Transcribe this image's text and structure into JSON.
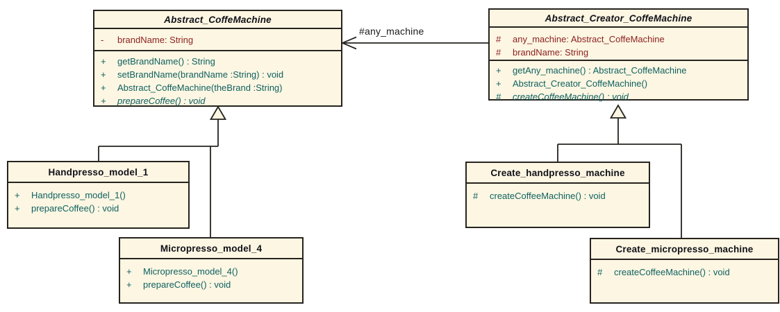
{
  "association": {
    "label": "#any_machine"
  },
  "colors": {
    "box_fill": "#FCF6E2",
    "line": "#26231E",
    "title_text": "#101018",
    "attribute_text": "#8C2222",
    "method_text": "#0F6161"
  },
  "classes": [
    {
      "name": "Abstract_CoffeMachine",
      "stereotype": "abstract",
      "attributes": [
        {
          "vis": "-",
          "text": "brandName: String"
        }
      ],
      "methods": [
        {
          "vis": "+",
          "text": "getBrandName() : String"
        },
        {
          "vis": "+",
          "text": "setBrandName(brandName :String) : void"
        },
        {
          "vis": "+",
          "text": "Abstract_CoffeMachine(theBrand :String)"
        },
        {
          "vis": "+",
          "text": "prepareCoffee() : void"
        }
      ]
    },
    {
      "name": "Abstract_Creator_CoffeMachine",
      "stereotype": "abstract",
      "attributes": [
        {
          "vis": "#",
          "text": "any_machine: Abstract_CoffeMachine"
        },
        {
          "vis": "#",
          "text": "brandName: String"
        }
      ],
      "methods": [
        {
          "vis": "+",
          "text": "getAny_machine() : Abstract_CoffeMachine"
        },
        {
          "vis": "+",
          "text": "Abstract_Creator_CoffeMachine()"
        },
        {
          "vis": "#",
          "text": "createCoffeeMachine() : void"
        }
      ]
    },
    {
      "name": "Handpresso_model_1",
      "stereotype": "concrete",
      "attributes": [],
      "methods": [
        {
          "vis": "+",
          "text": "Handpresso_model_1()"
        },
        {
          "vis": "+",
          "text": "prepareCoffee() : void"
        }
      ]
    },
    {
      "name": "Micropresso_model_4",
      "stereotype": "concrete",
      "attributes": [],
      "methods": [
        {
          "vis": "+",
          "text": "Micropresso_model_4()"
        },
        {
          "vis": "+",
          "text": "prepareCoffee() : void"
        }
      ]
    },
    {
      "name": "Create_handpresso_machine",
      "stereotype": "concrete",
      "attributes": [],
      "methods": [
        {
          "vis": "#",
          "text": "createCoffeeMachine() : void"
        }
      ]
    },
    {
      "name": "Create_micropresso_machine",
      "stereotype": "concrete",
      "attributes": [],
      "methods": [
        {
          "vis": "#",
          "text": "createCoffeeMachine() : void"
        }
      ]
    }
  ]
}
